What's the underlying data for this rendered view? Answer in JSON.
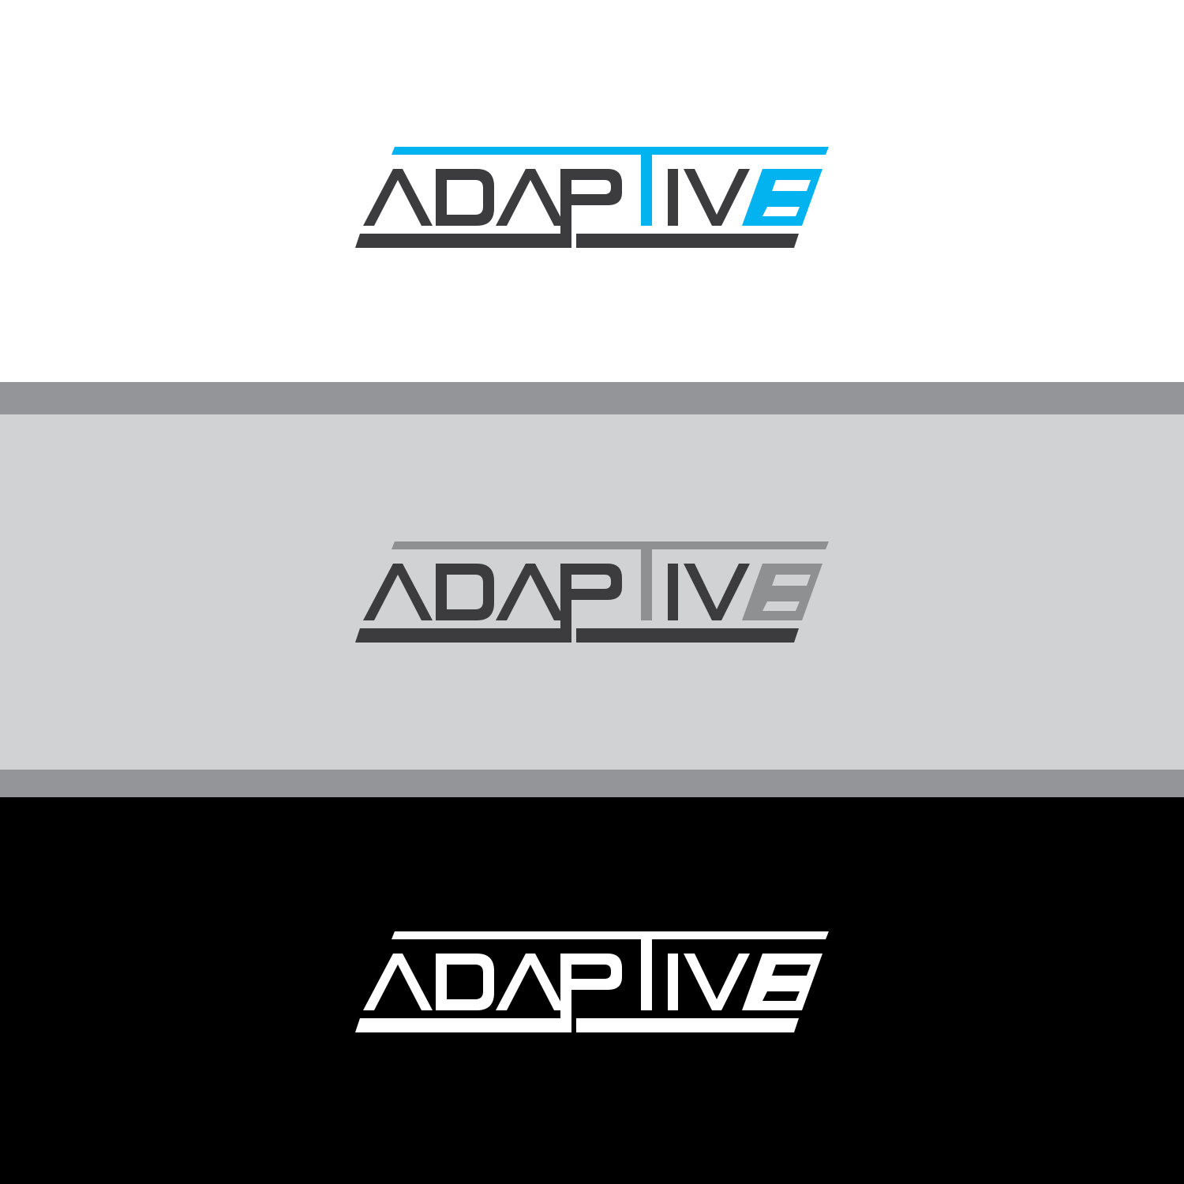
{
  "brand": {
    "wordmark": "ADAPTIVE"
  },
  "colors": {
    "white_bg": "#ffffff",
    "gray_band": "#d1d2d4",
    "gray_stripe": "#939598",
    "black_bg": "#000000",
    "dark": "#3c3c3e",
    "blue": "#02b3f0",
    "mid_gray": "#8f9092",
    "white": "#ffffff"
  },
  "variants": [
    {
      "name": "color-on-white",
      "main": "#3c3c3e",
      "accent": "#02b3f0",
      "background": "#ffffff"
    },
    {
      "name": "gray-on-light-gray",
      "main": "#3c3c3e",
      "accent": "#8f9092",
      "background": "#d1d2d4"
    },
    {
      "name": "white-on-black",
      "main": "#ffffff",
      "accent": "#ffffff",
      "background": "#000000"
    }
  ]
}
